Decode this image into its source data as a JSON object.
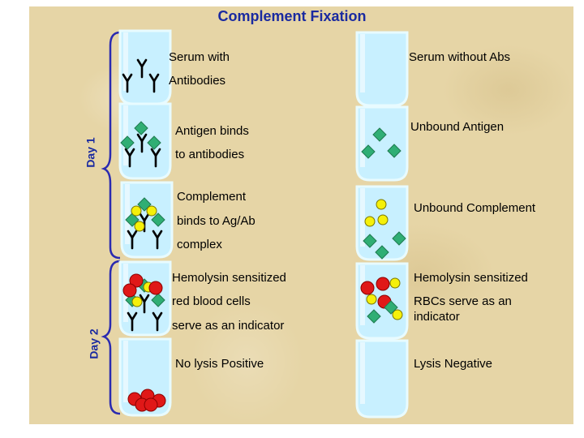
{
  "title": "Complement Fixation",
  "day_labels": {
    "day1": "Day 1",
    "day2": "Day 2"
  },
  "left": {
    "serum_line1": "Serum with",
    "serum_line2": "Antibodies",
    "antigen_line1": "Antigen binds",
    "antigen_line2": "to antibodies",
    "complement_line1": "Complement",
    "complement_line2": "binds to Ag/Ab",
    "complement_line3": "complex",
    "hemolysin_line1": "Hemolysin sensitized",
    "hemolysin_line2": "red blood cells",
    "hemolysin_line3": "serve as an indicator",
    "result": "No lysis Positive"
  },
  "right": {
    "serum": "Serum without Abs",
    "antigen": "Unbound Antigen",
    "complement": "Unbound Complement",
    "hemolysin_line1": "Hemolysin sensitized",
    "hemolysin_line2": "RBCs serve as an",
    "hemolysin_line3": "indicator",
    "result": "Lysis Negative"
  },
  "colors": {
    "tube_fill": "#c8f0ff",
    "tube_edge": "#e8fbff",
    "antigen": "#2fae74",
    "complement": "#f5f00a",
    "rbc": "#e01818",
    "antibody": "#000000",
    "title": "#1a2aa0"
  }
}
